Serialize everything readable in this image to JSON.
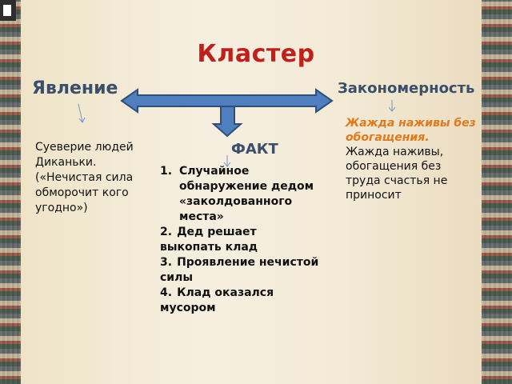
{
  "title": "Кластер",
  "nodes": {
    "phenomenon": {
      "label": "Явление",
      "text": "Суеверие людей Диканьки. («Нечистая сила обморочит кого угодно»)"
    },
    "law": {
      "label": "Закономерность",
      "highlight": "Жажда наживы без обогащения.",
      "text": "Жажда наживы, обогащения без труда счастья не приносит"
    },
    "fact": {
      "label": "ФАКТ",
      "items": [
        {
          "num": "1.",
          "text": "Случайное обнаружение дедом «заколдованного места»"
        },
        {
          "num": "2.",
          "text": "Дед решает выкопать клад"
        },
        {
          "num": "3.",
          "text": "Проявление нечистой силы"
        },
        {
          "num": "4.",
          "text": "Клад оказался мусором"
        }
      ]
    }
  },
  "colors": {
    "title": "#c0201c",
    "label": "#3a4f6a",
    "arrow_fill": "#4f7fbf",
    "arrow_stroke": "#2e4f7a",
    "highlight": "#e07a1c"
  }
}
